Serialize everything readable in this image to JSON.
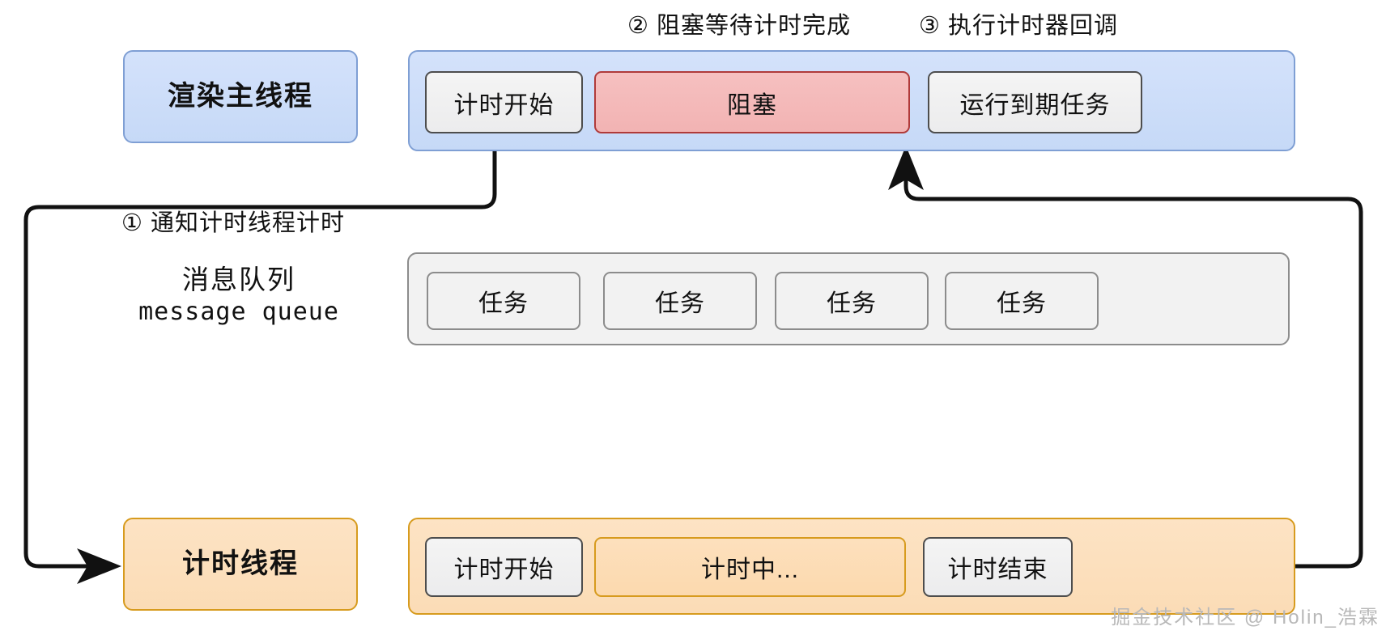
{
  "diagram": {
    "title_watermark": "掘金技术社区 @ Holin_浩霖",
    "steps": [
      {
        "id": "step1",
        "label": "① 通知计时线程计时"
      },
      {
        "id": "step2",
        "label": "② 阻塞等待计时完成"
      },
      {
        "id": "step3",
        "label": "③ 执行计时器回调"
      }
    ],
    "lanes": [
      {
        "id": "main-thread",
        "label": "渲染主线程",
        "color": "#c6d9f7",
        "border": "#7f9fd4",
        "blocks": [
          {
            "id": "timer-start",
            "label": "计时开始",
            "style": "grey"
          },
          {
            "id": "blocked",
            "label": "阻塞",
            "style": "red"
          },
          {
            "id": "run-expired-task",
            "label": "运行到期任务",
            "style": "grey"
          }
        ]
      },
      {
        "id": "message-queue",
        "label_cn": "消息队列",
        "label_en": "message queue",
        "color": "#f2f2f2",
        "border": "#8c8c8c",
        "blocks": [
          {
            "id": "task-1",
            "label": "任务",
            "style": "grey-soft"
          },
          {
            "id": "task-2",
            "label": "任务",
            "style": "grey-soft"
          },
          {
            "id": "task-3",
            "label": "任务",
            "style": "grey-soft"
          },
          {
            "id": "task-4",
            "label": "任务",
            "style": "grey-soft"
          }
        ]
      },
      {
        "id": "timer-thread",
        "label": "计时线程",
        "color": "#fbdcb6",
        "border": "#d79b1e",
        "blocks": [
          {
            "id": "timing-start",
            "label": "计时开始",
            "style": "grey"
          },
          {
            "id": "timing-running",
            "label": "计时中...",
            "style": "orange"
          },
          {
            "id": "timing-end",
            "label": "计时结束",
            "style": "grey"
          }
        ]
      }
    ]
  }
}
